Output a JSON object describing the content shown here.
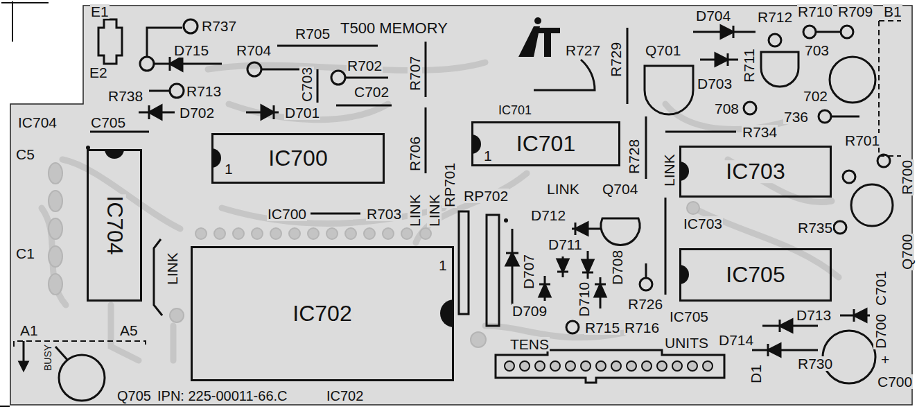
{
  "diagram": {
    "nodes": [
      {
        "text": [
          "IC700"
        ]
      },
      {
        "text": [
          "IC701"
        ]
      },
      {
        "text": [
          "IC703"
        ]
      },
      {
        "text": [
          "IC704"
        ]
      },
      {
        "text": [
          "IC702"
        ]
      },
      {
        "text": [
          "IC705"
        ]
      }
    ],
    "labels": [
      "E1",
      "E2",
      "R737",
      "R705",
      "T500 MEMORY",
      "R704",
      "D715",
      "R738",
      "R713",
      "D702",
      "D701",
      "C703",
      "R702",
      "C702",
      "R707",
      "R727",
      "R729",
      "Q701",
      "D704",
      "R712",
      "R710",
      "R709",
      "B1",
      "R711",
      "703",
      "D703",
      "702",
      "708",
      "736",
      "IC701",
      "R734",
      "IC704",
      "C705",
      "C5",
      "R706",
      "R728",
      "R701",
      "R700",
      "1",
      "1",
      "LINK",
      "LINK",
      "RP701",
      "RP702",
      "LINK",
      "Q704",
      "LINK",
      "IC700",
      "R703",
      "IC703",
      "R735",
      "D712",
      "D711",
      "C1",
      "LINK",
      "1",
      "D707",
      "D708",
      "Q700",
      "C701",
      "D709",
      "D710",
      "R726",
      "IC705",
      "D713",
      "D700",
      "R715",
      "R716",
      "A1",
      "A5",
      "TENS",
      "UNITS",
      "D714",
      "R730",
      "D1",
      "BUSY",
      "C700",
      "+",
      "Q705",
      "IPN: 225-00011-66.C",
      "IC702"
    ]
  }
}
